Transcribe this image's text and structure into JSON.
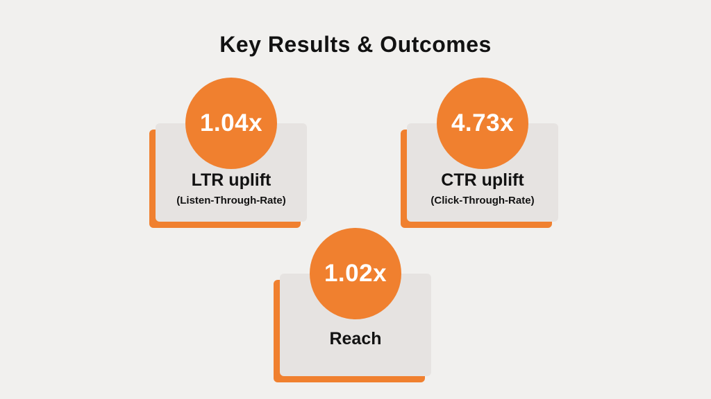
{
  "page": {
    "title": "Key Results & Outcomes",
    "background_color": "#f1f0ee",
    "accent_color": "#f0802f",
    "card_color": "#e6e3e1"
  },
  "metrics": [
    {
      "value": "1.04x",
      "label": "LTR uplift",
      "sublabel": "(Listen-Through-Rate)"
    },
    {
      "value": "4.73x",
      "label": "CTR uplift",
      "sublabel": "(Click-Through-Rate)"
    },
    {
      "value": "1.02x",
      "label": "Reach",
      "sublabel": ""
    }
  ]
}
